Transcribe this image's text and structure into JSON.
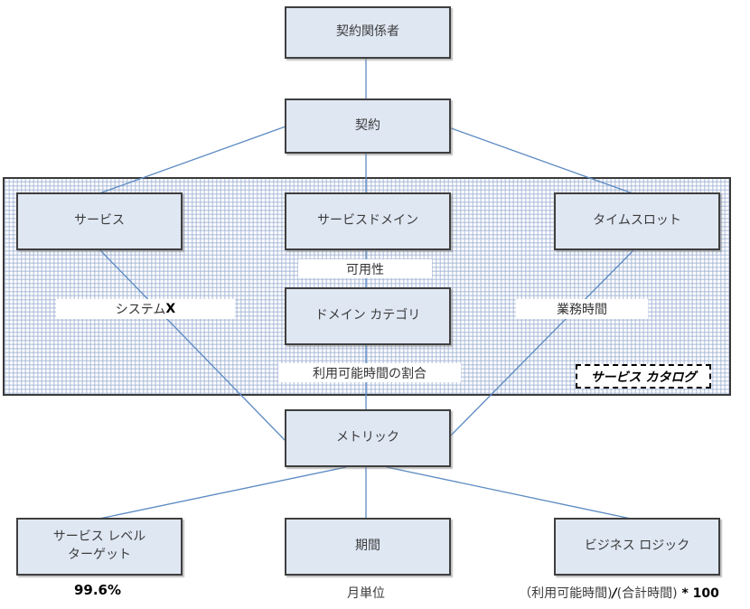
{
  "nodes": {
    "stakeholder": "契約関係者",
    "contract": "契約",
    "service": "サービス",
    "service_domain": "サービスドメイン",
    "timeslot": "タイムスロット",
    "domain_category": "ドメイン カテゴリ",
    "metric": "メトリック",
    "service_level_target": {
      "line1": "サービス レベル",
      "line2": "ターゲット"
    },
    "period": "期間",
    "business_logic": "ビジネス ロジック"
  },
  "labels": {
    "availability": "可用性",
    "system_x": {
      "prefix": "システム ",
      "bold": "X"
    },
    "business_hours": "業務時間",
    "uptime_ratio": "利用可能時間の割合",
    "service_catalog": "サービス カタログ"
  },
  "annotations": {
    "slt_value": "99.6%",
    "period_value": "月単位",
    "formula": {
      "part1": "（利用可能時間)",
      "slash": "/",
      "part2": "(合計時間)",
      "suffix": " * 100"
    }
  },
  "colors": {
    "node_fill": "#dfe7f3",
    "node_border": "#3f3f3f",
    "edge_line": "#5b8ac2",
    "hatch_line": "#93a8ce"
  }
}
